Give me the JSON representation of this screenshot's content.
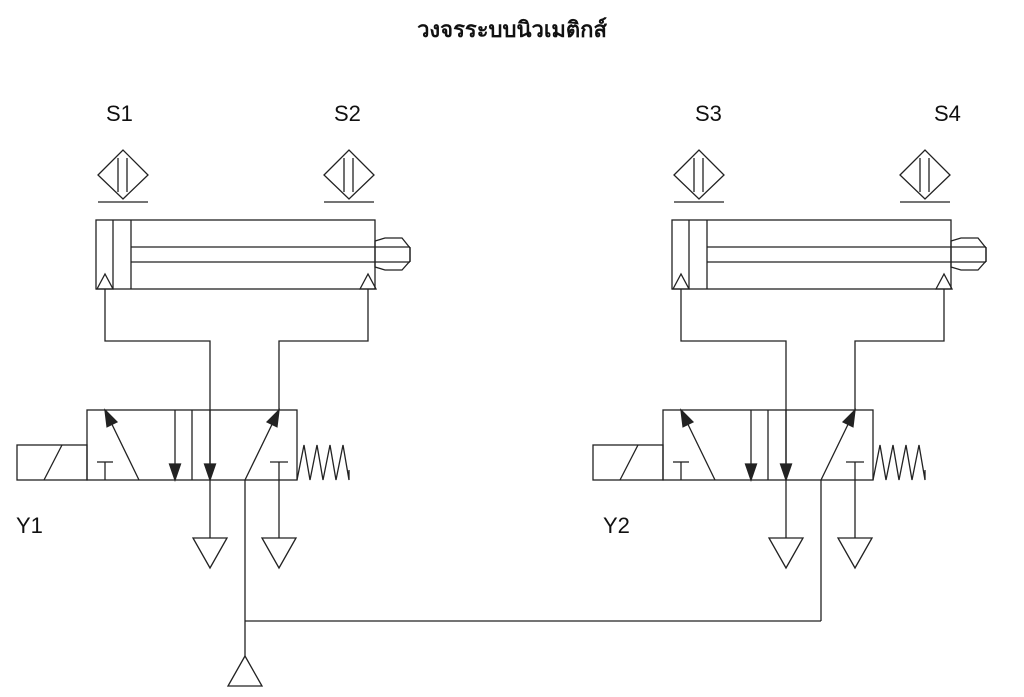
{
  "title": "วงจรระบบนิวเมติกส์",
  "units": [
    {
      "sensor_left": "S1",
      "sensor_right": "S2",
      "solenoid": "Y1"
    },
    {
      "sensor_left": "S3",
      "sensor_right": "S4",
      "solenoid": "Y2"
    }
  ],
  "colors": {
    "line": "#222222",
    "background": "#ffffff"
  }
}
